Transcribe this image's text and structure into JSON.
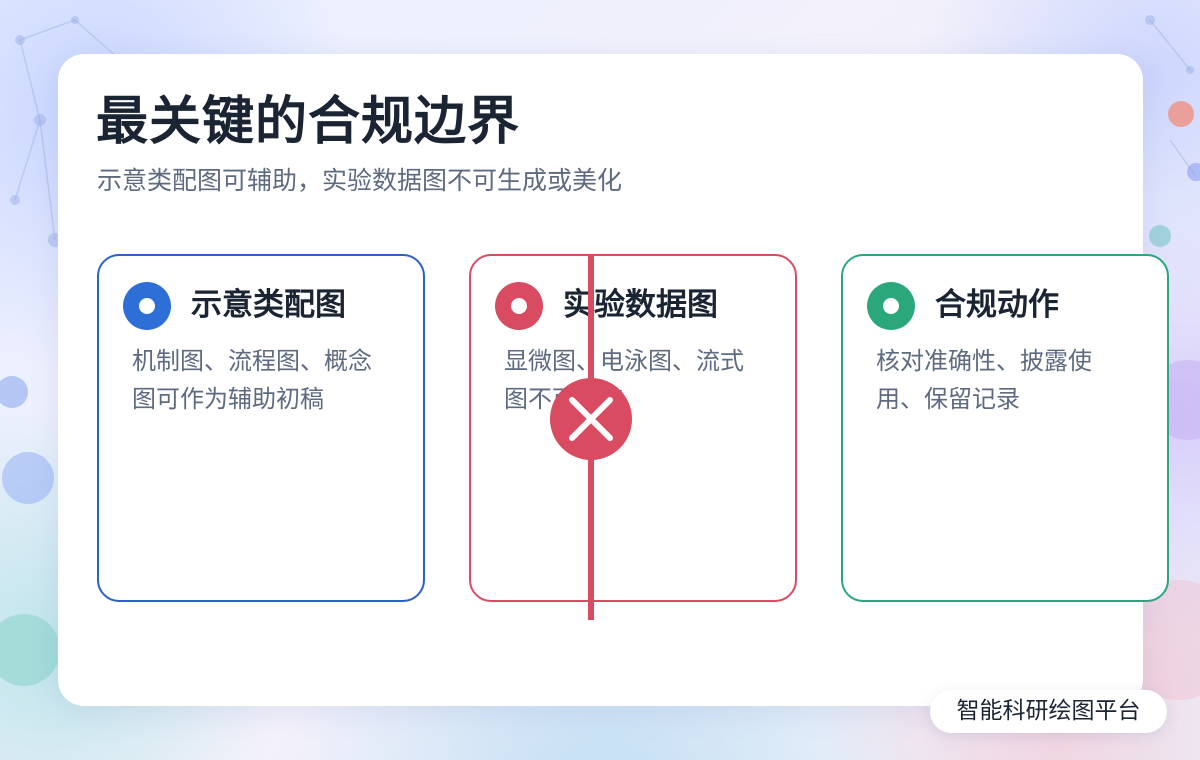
{
  "slide": {
    "title": "最关键的合规边界",
    "subtitle": "示意类配图可辅助，实验数据图不可生成或美化"
  },
  "cards": [
    {
      "heading": "示意类配图",
      "text": "机制图、流程图、概念图可作为辅助初稿",
      "color": "#2a62c6",
      "status": "allowed"
    },
    {
      "heading": "实验数据图",
      "text": "显微图、电泳图、流式图不可伪造",
      "color": "#d94b61",
      "status": "forbidden",
      "status_icon": "cross-icon"
    },
    {
      "heading": "合规动作",
      "text": "核对准确性、披露使用、保留记录",
      "color": "#2aa57d",
      "status": "action"
    }
  ],
  "brand": {
    "label": "智能科研绘图平台"
  }
}
